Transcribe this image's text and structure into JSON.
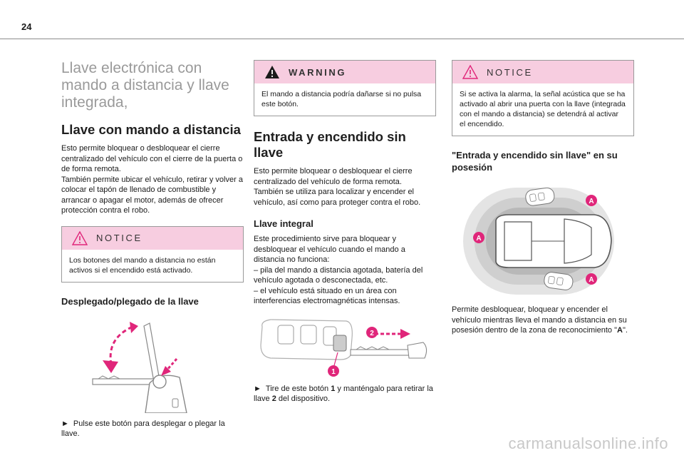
{
  "page": {
    "number": "24"
  },
  "col1": {
    "title": "Llave electrónica con mando a distancia y llave integrada,",
    "section_heading": "Llave con mando a distancia",
    "intro": "Esto permite bloquear o desbloquear el cierre centralizado del vehículo con el cierre de la puerta o de forma remota.\nTambién permite ubicar el vehículo, retirar y volver a colocar el tapón de llenado de combustible y arrancar o apagar el motor, además de ofrecer protección contra el robo.",
    "notice": {
      "label": "NOTICE",
      "body": "Los botones del mando a distancia no están activos si el encendido está activado."
    },
    "subheading": "Desplegado/plegado de la llave",
    "caption_arrow": "►",
    "caption": "Pulse este botón para desplegar o plegar la llave."
  },
  "col2": {
    "warning": {
      "label": "WARNING",
      "body": "El mando a distancia podría dañarse si no pulsa este botón."
    },
    "section_heading": "Entrada y encendido sin llave",
    "intro": "Esto permite bloquear o desbloquear el cierre centralizado del vehículo de forma remota.\nTambién se utiliza para localizar y encender el vehículo, así como para proteger contra el robo.",
    "subheading": "Llave integral",
    "integral_text": "Este procedimiento sirve para bloquear y desbloquear el vehículo cuando el mando a distancia no funciona:\n–  pila del mando a distancia agotada, batería del vehículo agotada o desconectada, etc.\n–  el vehículo está situado en un área con interferencias electromagnéticas intensas.",
    "figure_labels": {
      "one": "1",
      "two": "2"
    },
    "caption_arrow": "►",
    "caption_a": "Tire de este botón ",
    "caption_b": "1",
    "caption_c": " y manténgalo para retirar la llave ",
    "caption_d": "2",
    "caption_e": " del dispositivo."
  },
  "col3": {
    "notice": {
      "label": "NOTICE",
      "body": "Si se activa la alarma, la señal acústica que se ha activado al abrir una puerta con la llave (integrada con el mando a distancia) se detendrá al activar el encendido."
    },
    "subheading": "\"Entrada y encendido sin llave\" en su posesión",
    "zone_label": "A",
    "caption_a": "Permite desbloquear, bloquear y encender el vehículo mientras lleva el mando a distancia en su posesión dentro de la zona de reconocimiento \"",
    "caption_b": "A",
    "caption_c": "\"."
  },
  "colors": {
    "accent": "#e0267a",
    "notice_bg": "#f7cde0"
  },
  "watermark": "carmanualsonline.info"
}
